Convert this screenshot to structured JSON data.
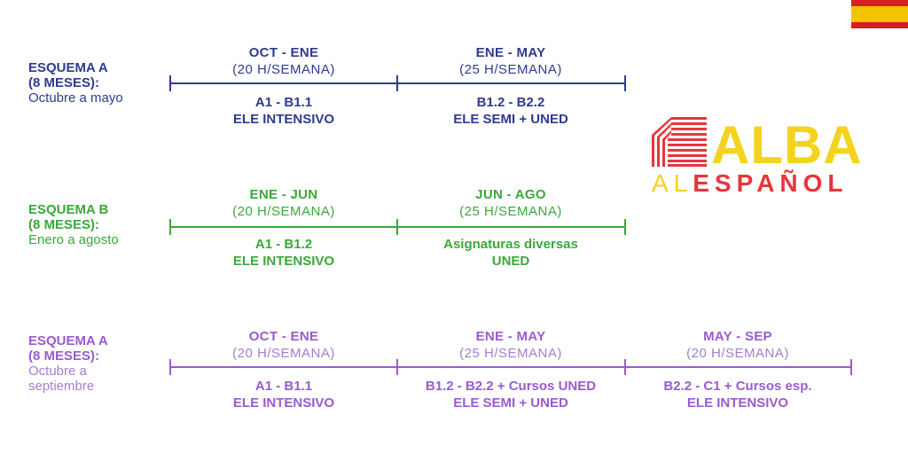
{
  "colors": {
    "scheme1": "#2f3b8f",
    "scheme2": "#3aa83a",
    "scheme3": "#9a5bd0",
    "scheme3_muted": "#a27fcf",
    "flag_red": "#d32027",
    "flag_yellow": "#f5c400",
    "logo_yellow": "#f4d31e",
    "logo_red": "#e8353a"
  },
  "schemes": [
    {
      "title_line1": "ESQUEMA A",
      "title_line2": "(8 MESES):",
      "subtitle": "Octubre a mayo",
      "segments": [
        {
          "period": "OCT - ENE",
          "hours": "(20 H/SEMANA)",
          "level": "A1 - B1.1",
          "course": "ELE INTENSIVO"
        },
        {
          "period": "ENE - MAY",
          "hours": "(25 H/SEMANA)",
          "level": "B1.2 - B2.2",
          "course": "ELE SEMI + UNED"
        }
      ]
    },
    {
      "title_line1": "ESQUEMA B",
      "title_line2": "(8 MESES):",
      "subtitle": "Enero a agosto",
      "segments": [
        {
          "period": "ENE - JUN",
          "hours": "(20 H/SEMANA)",
          "level": "A1 - B1.2",
          "course": "ELE INTENSIVO"
        },
        {
          "period": "JUN - AGO",
          "hours": "(25 H/SEMANA)",
          "level": "Asignaturas diversas",
          "course": "UNED"
        }
      ]
    },
    {
      "title_line1": "ESQUEMA A",
      "title_line2": "(8 MESES):",
      "subtitle_line1": "Octubre a",
      "subtitle_line2": "septiembre",
      "segments": [
        {
          "period": "OCT - ENE",
          "hours": "(20 H/SEMANA)",
          "level": "A1 - B1.1",
          "course": "ELE INTENSIVO"
        },
        {
          "period": "ENE - MAY",
          "hours": "(25 H/SEMANA)",
          "level": "B1.2 - B2.2 + Cursos UNED",
          "course": "ELE SEMI + UNED"
        },
        {
          "period": "MAY - SEP",
          "hours": "(20 H/SEMANA)",
          "level": "B2.2 - C1 + Cursos esp.",
          "course": "ELE INTENSIVO"
        }
      ]
    }
  ],
  "logo": {
    "word": "ALBA",
    "sub_al": "AL",
    "sub_espanol": "ESPAÑOL"
  }
}
